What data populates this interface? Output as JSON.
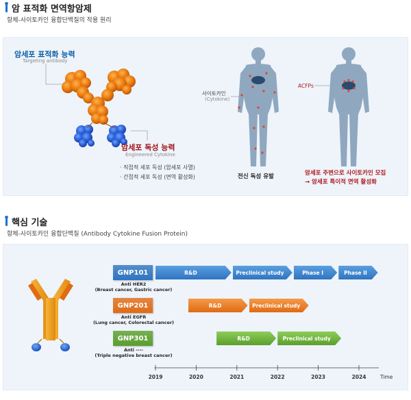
{
  "section1": {
    "title": "암 표적화 면역항암제",
    "subtitle": "항체-사이토카인 융합단백질의 작용 원리"
  },
  "diagram": {
    "targeting": {
      "title": "암세포 표적화 능력",
      "sub": "Targeting antibody"
    },
    "cytotoxic": {
      "title": "암세포 독성 능력",
      "sub": "Engineered Cytokine",
      "items": [
        "직접적 세포 독성 (암세포 사멸)",
        "간접적 세포 독성 (면역 활성화)"
      ]
    },
    "body_left": {
      "label": "사이토카인",
      "label_sub": "(Cytokine)",
      "caption": "전신 독성 유발"
    },
    "body_right": {
      "label": "ACFPs",
      "caption_line1": "암세포 주변으로 사이토카인 모집",
      "caption_line2": "→ 암세포 특이적 면역 활성화"
    }
  },
  "section2": {
    "title": "핵심 기술",
    "subtitle": "항체-사이토카인 융합단백질 (Antibody Cytokine Fusion Protein)"
  },
  "pipeline": {
    "programs": [
      {
        "name": "GNP101",
        "target_line1": "Anti HER2",
        "target_line2": "(Breast cancer, Gastric cancer)",
        "color": "#2f74c0",
        "stages": [
          {
            "label": "R&D",
            "start": 2019,
            "end": 2020.9
          },
          {
            "label": "Preclinical study",
            "start": 2020.9,
            "end": 2022.4
          },
          {
            "label": "Phase I",
            "start": 2022.4,
            "end": 2023.5
          },
          {
            "label": "Phase II",
            "start": 2023.5,
            "end": 2024.5
          }
        ]
      },
      {
        "name": "GNP201",
        "target_line1": "Anti EGFR",
        "target_line2": "(Lung cancer, Colorectal cancer)",
        "color": "#e06b14",
        "stages": [
          {
            "label": "R&D",
            "start": 2019.8,
            "end": 2021.3
          },
          {
            "label": "Preclinical study",
            "start": 2021.3,
            "end": 2022.8
          }
        ]
      },
      {
        "name": "GNP301",
        "target_line1": "Anti ----",
        "target_line2": "(Triple negative breast cancer)",
        "color": "#5a9e2c",
        "stages": [
          {
            "label": "R&D",
            "start": 2020.5,
            "end": 2022
          },
          {
            "label": "Preclinical study",
            "start": 2022,
            "end": 2023.6
          }
        ]
      }
    ],
    "years": [
      "2019",
      "2020",
      "2021",
      "2022",
      "2023",
      "2024"
    ],
    "time_label": "Time"
  }
}
